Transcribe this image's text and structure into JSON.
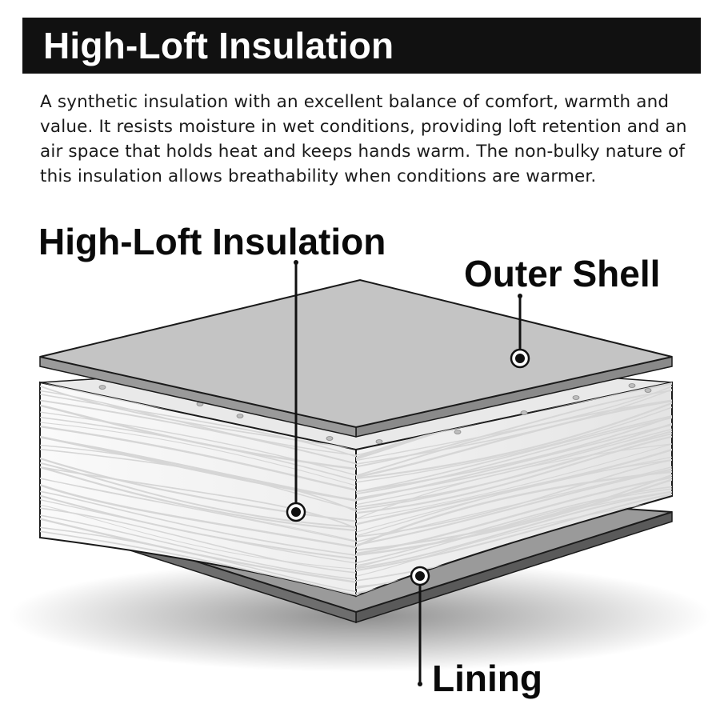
{
  "header": {
    "title": "High-Loft Insulation"
  },
  "description": "A synthetic insulation with an excellent balance of comfort, warmth and value. It resists moisture in wet conditions, providing loft retention and an air space that holds heat and keeps hands warm. The non-bulky nature of this insulation allows breathability when conditions are warmer.",
  "labels": {
    "insulation": "High-Loft Insulation",
    "outer_shell": "Outer Shell",
    "lining": "Lining"
  },
  "colors": {
    "title_bar": "#111111",
    "outer_shell": "#c4c4c4",
    "lining": "#9a9a9a",
    "insulation": "#f2f2f2",
    "fiber": "#d6d6d6",
    "outline": "#1a1a1a"
  }
}
